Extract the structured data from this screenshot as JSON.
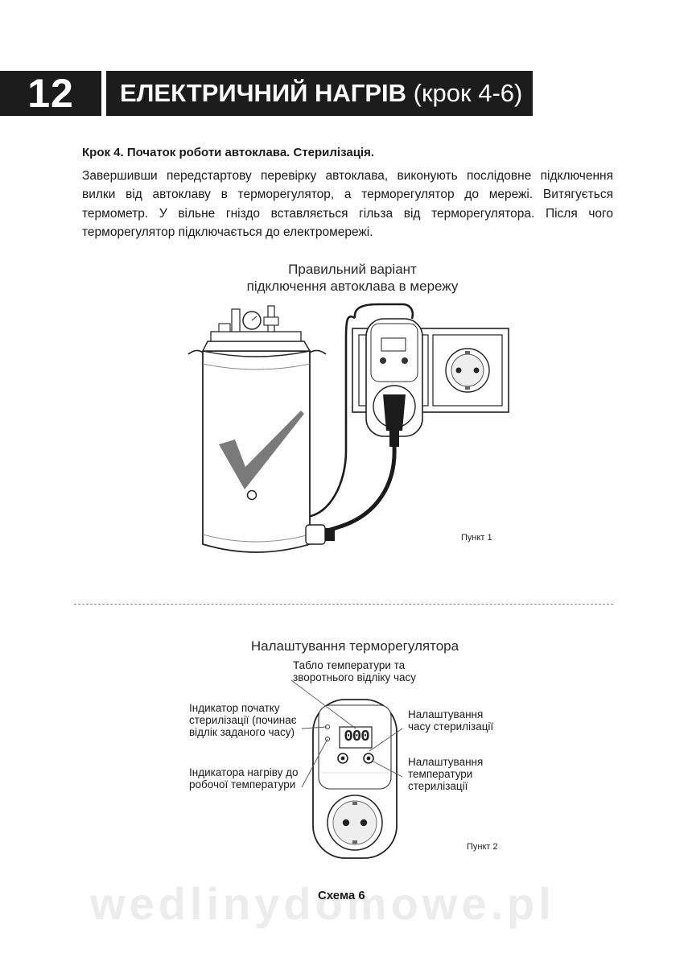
{
  "header": {
    "page_number": "12",
    "title_bold": "ЕЛЕКТРИЧНИЙ НАГРІВ",
    "title_suffix": " (крок 4-6)"
  },
  "step": {
    "heading": "Крок 4. Початок роботи автоклава. Стерилізація.",
    "body": "Завершивши передстартову перевірку автоклава, виконують послідовне підключення вилки від автоклаву в терморегулятор, а терморегулятор до мережі. Витягується термометр. У вільне гніздо вставляється гільза від терморегулятора. Після чого терморегулятор підключається до електромережі."
  },
  "figure1": {
    "caption_line1": "Правильний варіант",
    "caption_line2": "підключення автоклава в мережу",
    "point_label": "Пункт 1"
  },
  "figure2": {
    "caption": "Налаштування терморегулятора",
    "display_value": "000",
    "point_label": "Пункт 2",
    "callouts": {
      "display_line1": "Табло температури та",
      "display_line2": "зворотнього відліку часу",
      "start_ind_line1": "Індикатор початку",
      "start_ind_line2": "стерилізації (починає",
      "start_ind_line3": "відлік заданого часу)",
      "heat_ind_line1": "Індикатора нагріву до",
      "heat_ind_line2": "робочої температури",
      "time_line1": "Налаштування",
      "time_line2": "часу стерилізації",
      "temp_line1": "Налаштування",
      "temp_line2": "температури",
      "temp_line3": "стерилізації"
    }
  },
  "schema_label": "Схема 6",
  "watermark": "wedlinydomowe.pl"
}
